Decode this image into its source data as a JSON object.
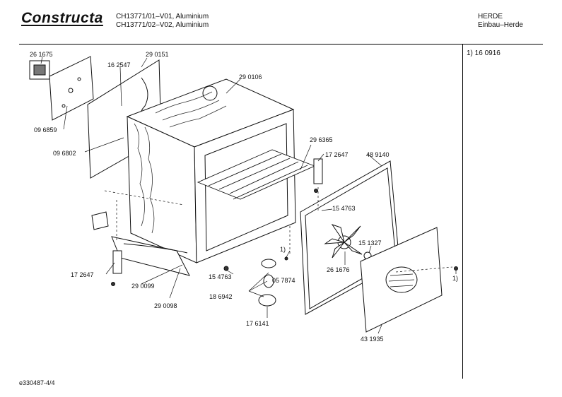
{
  "header": {
    "brand": "Constructa",
    "models": [
      "CH13771/01–V01, Aluminium",
      "CH13771/02–V02, Aluminium"
    ],
    "category": "HERDE",
    "subcategory": "Einbau–Herde"
  },
  "side_note": "1)  16 0916",
  "doc_id": "e330487-4/4",
  "parts": [
    "26 1675",
    "16 2547",
    "29 0151",
    "29 0106",
    "09 6859",
    "09 6802",
    "29 6365",
    "17 2647",
    "48 9140",
    "15 4763",
    "15 1327",
    "26 1676",
    "1)",
    "05 7874",
    "18 6942",
    "15 4763",
    "17 2647",
    "29 0099",
    "29 0098",
    "17 6141",
    "43 1935",
    "1)"
  ]
}
